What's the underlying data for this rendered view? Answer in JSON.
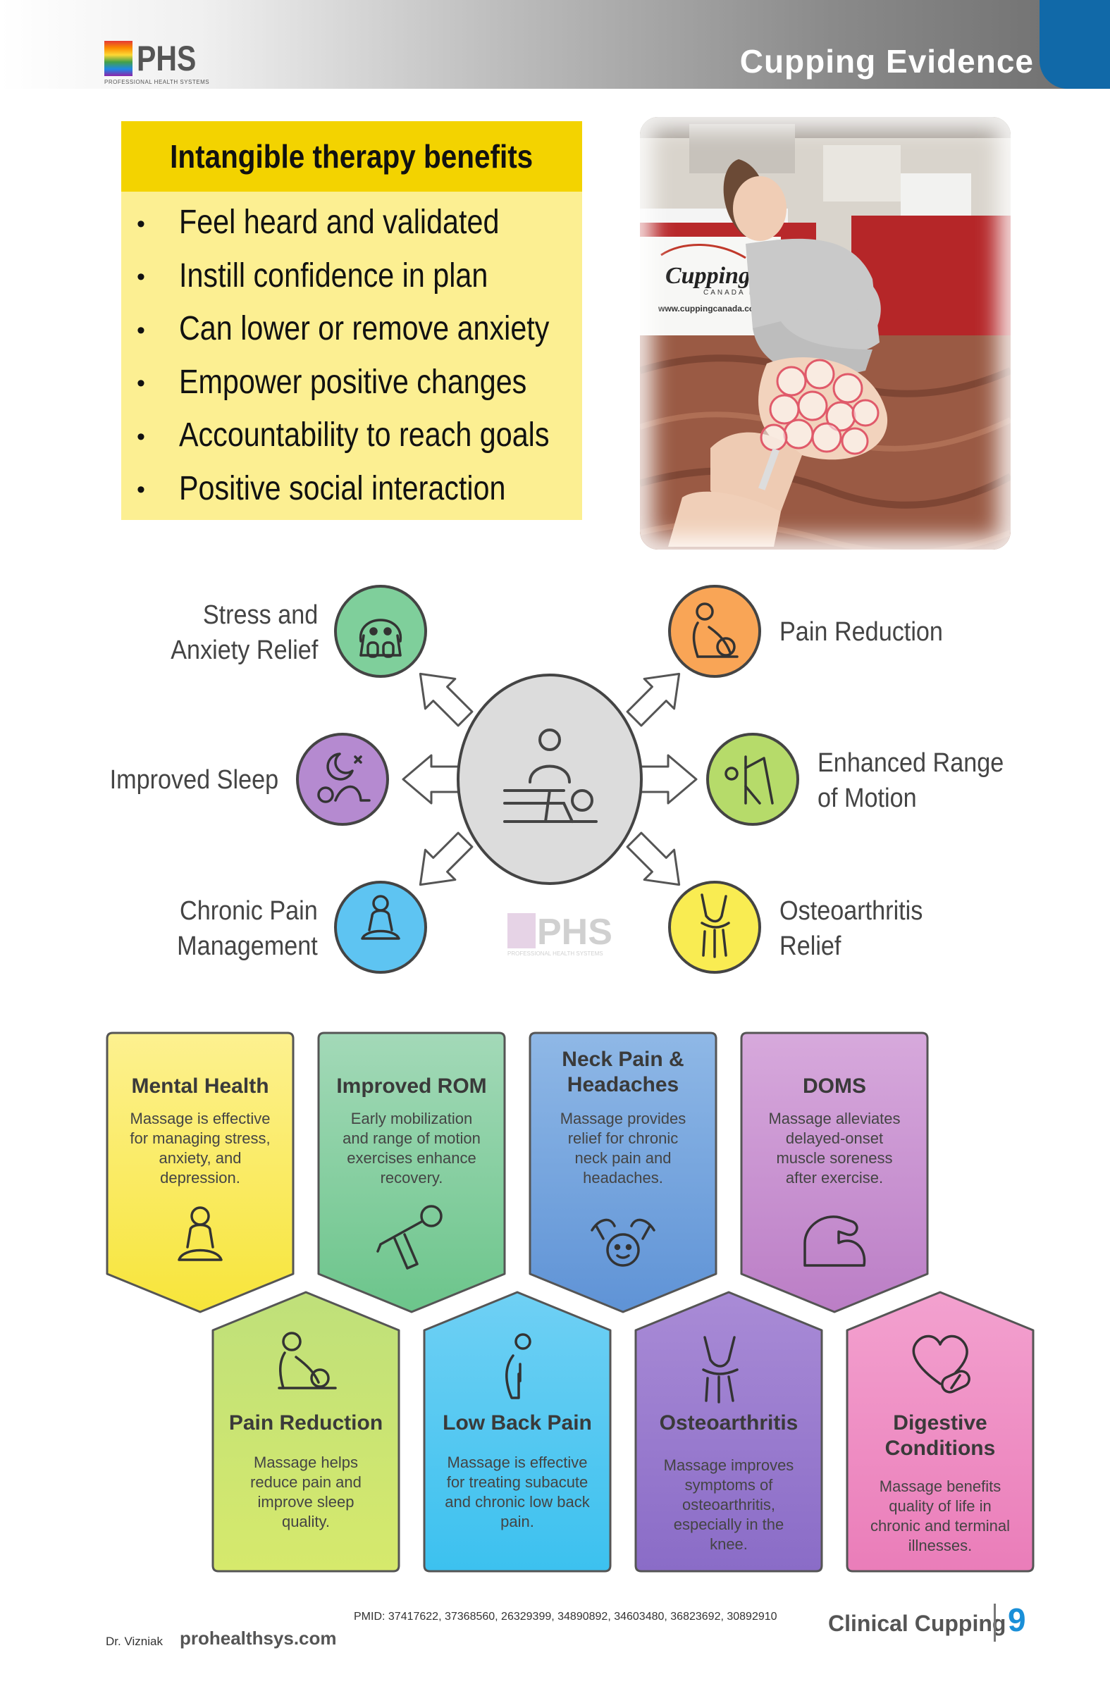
{
  "header": {
    "title": "Cupping Evidence",
    "logo_text": "PHS",
    "logo_sub": "PROFESSIONAL HEALTH SYSTEMS"
  },
  "benefits": {
    "title": "Intangible therapy benefits",
    "items": [
      "Feel heard and validated",
      "Instill confidence in plan",
      "Can lower or remove anxiety",
      "Empower positive changes",
      "Accountability to reach goals",
      "Positive social interaction"
    ]
  },
  "photo": {
    "banner_brand": "Cupping",
    "banner_sub": "CANADA INC",
    "banner_url": "www.cuppingcanada.com"
  },
  "hub": {
    "stress": [
      "Stress and",
      "Anxiety Relief"
    ],
    "sleep": [
      "Improved Sleep"
    ],
    "chronic": [
      "Chronic Pain",
      "Management"
    ],
    "pain": [
      "Pain Reduction"
    ],
    "rom": [
      "Enhanced Range",
      "of Motion"
    ],
    "osteo": [
      "Osteoarthritis",
      "Relief"
    ],
    "watermark_text": "PHS",
    "watermark_sub": "PROFESSIONAL HEALTH SYSTEMS"
  },
  "cards_top": [
    {
      "title": [
        "Mental Health"
      ],
      "desc": [
        "Massage is effective",
        "for managing stress,",
        "anxiety, and",
        "depression."
      ]
    },
    {
      "title": [
        "Improved ROM"
      ],
      "desc": [
        "Early mobilization",
        "and range of motion",
        "exercises enhance",
        "recovery."
      ]
    },
    {
      "title": [
        "Neck Pain &",
        "Headaches"
      ],
      "desc": [
        "Massage provides",
        "relief for chronic",
        "neck pain and",
        "headaches."
      ]
    },
    {
      "title": [
        "DOMS"
      ],
      "desc": [
        "Massage alleviates",
        "delayed-onset",
        "muscle soreness",
        "after exercise."
      ]
    }
  ],
  "cards_bottom": [
    {
      "title": [
        "Pain Reduction"
      ],
      "desc": [
        "Massage helps",
        "reduce pain and",
        "improve sleep",
        "quality."
      ]
    },
    {
      "title": [
        "Low Back Pain"
      ],
      "desc": [
        "Massage is effective",
        "for treating subacute",
        "and chronic low back",
        "pain."
      ]
    },
    {
      "title": [
        "Osteoarthritis"
      ],
      "desc": [
        "Massage improves",
        "symptoms of",
        "osteoarthritis,",
        "especially in the",
        "knee."
      ]
    },
    {
      "title": [
        "Digestive",
        "Conditions"
      ],
      "desc": [
        "Massage benefits",
        "quality of life in",
        "chronic and terminal",
        "illnesses."
      ]
    }
  ],
  "footer": {
    "refs": "PMID: 37417622, 37368560, 26329399, 34890892, 34603480, 36823692, 30892910",
    "author": "Dr. Vizniak",
    "site": "prohealthsys.com",
    "book": "Clinical Cupping",
    "page": "9"
  },
  "colors": {
    "header_tab": "#1169a8",
    "title_bar": "#f3d300",
    "list_bg": "#fcef92",
    "page_number": "#1a8fd8",
    "stress_green": "#7fcf9b",
    "sleep_purple": "#b58ad0",
    "chronic_blue": "#5ec4f2",
    "pain_orange": "#f9a556",
    "rom_green": "#b6db6a",
    "osteo_yellow": "#f9ec52"
  }
}
